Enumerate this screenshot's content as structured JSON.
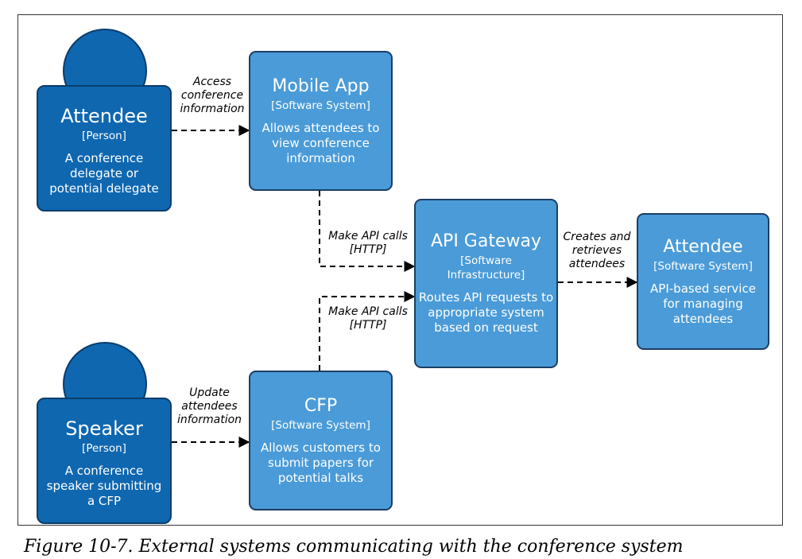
{
  "nodes": {
    "attendee_person": {
      "title": "Attendee",
      "type": "[Person]",
      "description": "A conference delegate or potential delegate"
    },
    "speaker_person": {
      "title": "Speaker",
      "type": "[Person]",
      "description": "A conference speaker submitting a CFP"
    },
    "mobile_app": {
      "title": "Mobile App",
      "type": "[Software System]",
      "description": "Allows attendees to view conference information"
    },
    "cfp": {
      "title": "CFP",
      "type": "[Software System]",
      "description": "Allows customers to submit papers for potential talks"
    },
    "api_gateway": {
      "title": "API Gateway",
      "type": "[Software Infrastructure]",
      "description": "Routes API requests to appropriate system based on request"
    },
    "attendee_system": {
      "title": "Attendee",
      "type": "[Software System]",
      "description": "API-based service for managing attendees"
    }
  },
  "edges": {
    "attendee_to_mobile": "Access conference information",
    "speaker_to_cfp": "Update attendees information",
    "mobile_to_gateway": "Make API calls [HTTP]",
    "cfp_to_gateway": "Make API calls [HTTP]",
    "gateway_to_attendee": "Creates and retrieves attendees"
  },
  "caption": "Figure 10-7. External systems communicating with the conference system",
  "colors": {
    "software_system": "#4a9bd8",
    "person": "#0f67b0",
    "border": "#1c3e66"
  }
}
